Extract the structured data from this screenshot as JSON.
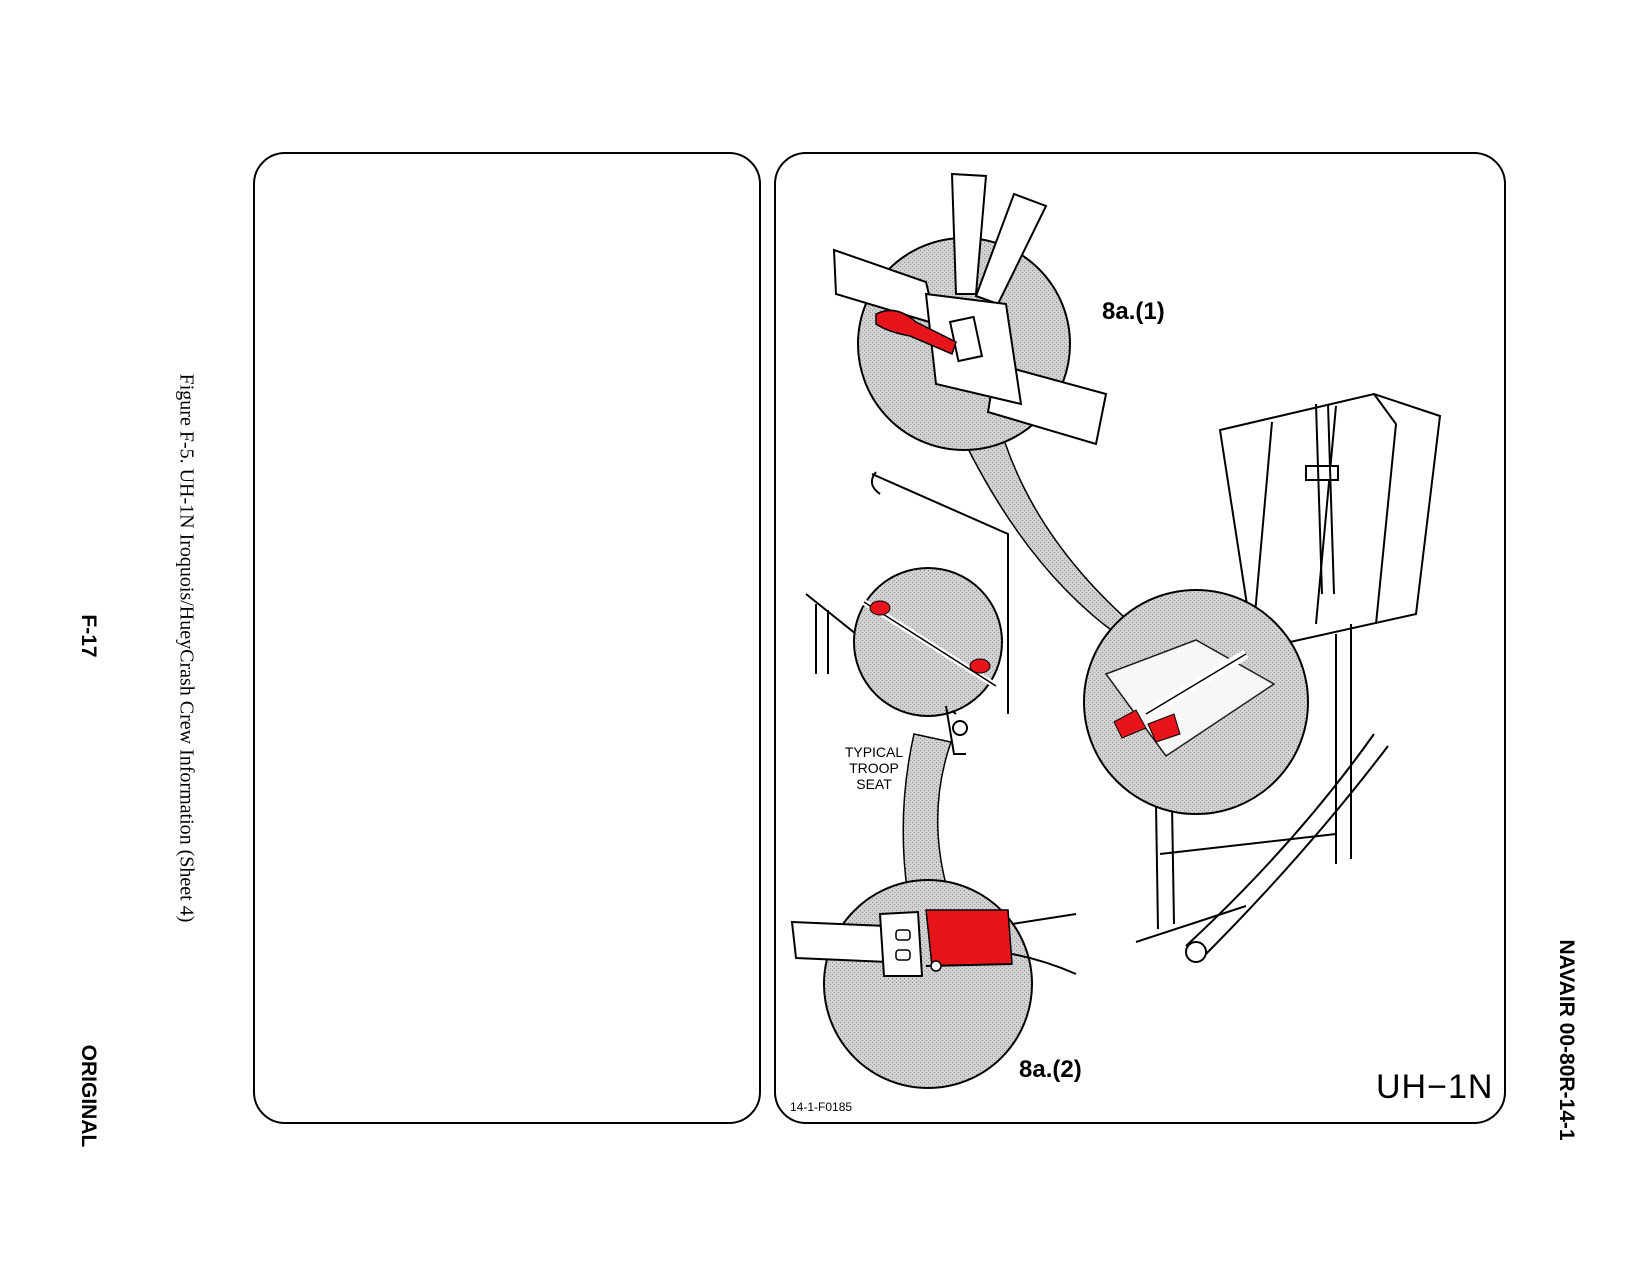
{
  "page": {
    "page_number": "F-17",
    "edition": "ORIGINAL",
    "document_number": "NAVAIR 00-80R-14-1",
    "figure_caption": "Figure F-5.  UH-1N Iroquois/HueyCrash Crew Information (Sheet 4)"
  },
  "illustration": {
    "detail_1_label": "8a.(1)",
    "detail_2_label": "8a.(2)",
    "troop_seat_label": "TYPICAL\nTROOP\nSEAT",
    "aircraft_label": "UH−1N",
    "drawing_id": "14-1-F0185",
    "colors": {
      "highlight": "#e8141b",
      "stipple": "#c8c8c8",
      "line": "#000000"
    }
  }
}
